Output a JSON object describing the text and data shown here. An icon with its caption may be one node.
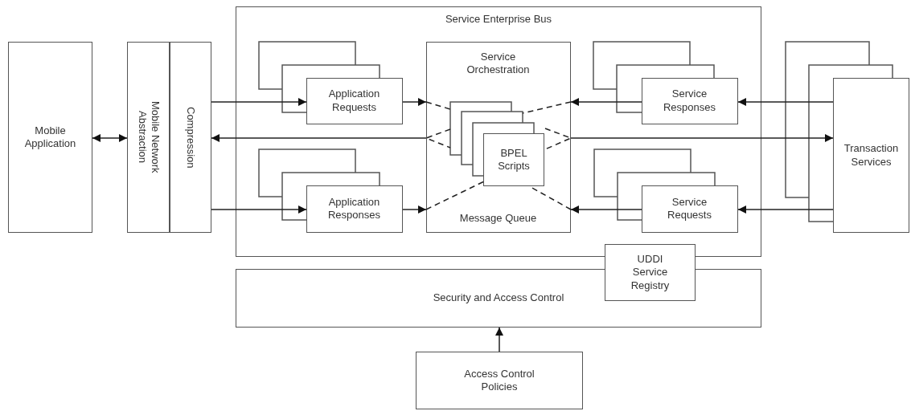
{
  "diagram": {
    "nodes": [
      {
        "text": [
          "Mobile Application"
        ]
      },
      {
        "text": [
          "Mobile Network Abstraction"
        ]
      },
      {
        "text": [
          "Compression"
        ]
      },
      {
        "text": [
          "Service Enterprise Bus"
        ]
      },
      {
        "text": [
          "Application Requests"
        ],
        "in": 3
      },
      {
        "text": [
          "Application Responses"
        ],
        "in": 3
      },
      {
        "text": [
          "Service Orchestration",
          "Message Queue"
        ],
        "in": 3
      },
      {
        "text": [
          "BPEL Scripts"
        ],
        "in": 6
      },
      {
        "text": [
          "Service Responses"
        ],
        "in": 3
      },
      {
        "text": [
          "Service Requests"
        ],
        "in": 3
      },
      {
        "text": [
          "Transaction Services"
        ]
      },
      {
        "text": [
          "UDDI Service Registry"
        ]
      },
      {
        "text": [
          "Security and Access Control"
        ]
      },
      {
        "text": [
          "Access Control Policies"
        ]
      }
    ],
    "edges": [
      {
        "from": 0,
        "to": 1,
        "arrow": "both"
      },
      {
        "from": 2,
        "to": 4,
        "arrow": "to"
      },
      {
        "from": 4,
        "to": 6,
        "arrow": "to"
      },
      {
        "from": 6,
        "to": 2,
        "arrow": "to"
      },
      {
        "from": 6,
        "to": 10,
        "arrow": "to"
      },
      {
        "from": 2,
        "to": 5,
        "arrow": "to"
      },
      {
        "from": 5,
        "to": 6,
        "arrow": "to"
      },
      {
        "from": 10,
        "to": 8,
        "arrow": "to"
      },
      {
        "from": 8,
        "to": 6,
        "arrow": "to"
      },
      {
        "from": 10,
        "to": 9,
        "arrow": "to"
      },
      {
        "from": 9,
        "to": 6,
        "arrow": "to"
      },
      {
        "from": 13,
        "to": 12,
        "arrow": "to"
      },
      {
        "from": 6,
        "to": 7,
        "arrow": "none",
        "style": "dashed"
      },
      {
        "from": 6,
        "to": 7,
        "arrow": "none",
        "style": "dashed"
      },
      {
        "from": 6,
        "to": 7,
        "arrow": "none",
        "style": "dashed"
      },
      {
        "from": 6,
        "to": 7,
        "arrow": "none",
        "style": "dashed"
      },
      {
        "from": 6,
        "to": 7,
        "arrow": "none",
        "style": "dashed"
      },
      {
        "from": 6,
        "to": 7,
        "arrow": "none",
        "style": "dashed"
      }
    ]
  }
}
